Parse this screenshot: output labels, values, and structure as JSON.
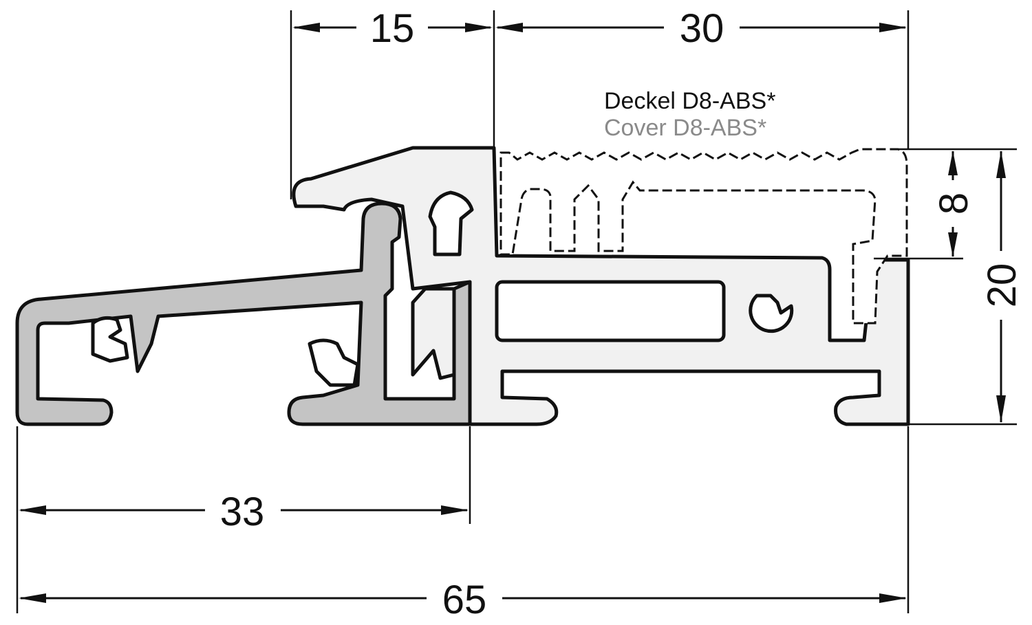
{
  "dimensions": {
    "d15": "15",
    "d30": "30",
    "d8": "8",
    "d20": "20",
    "d33": "33",
    "d65": "65"
  },
  "cover_label": {
    "de": "Deckel D8-ABS*",
    "en": "Cover D8-ABS*"
  },
  "colors": {
    "profile_fill": "#c4c4c4",
    "body_fill": "#f1f1f1",
    "line": "#111111",
    "label_secondary": "#8a8a8a"
  }
}
